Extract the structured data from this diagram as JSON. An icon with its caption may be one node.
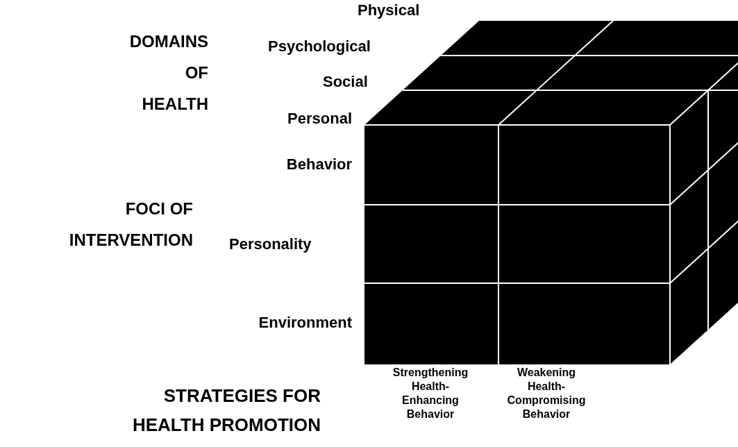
{
  "diagram": {
    "labels": [
      "Physical",
      "DOMAINS OF HEALTH",
      "Psychological",
      "Social",
      "Personal Behavior",
      "FOCI OF INTERVENTION",
      "Personality",
      "Environment",
      "STRATEGIES FOR HEALTH PROMOTION",
      "Strengthening Health-Enhancing Behavior",
      "Weakening Health-Compromising Behavior"
    ]
  }
}
